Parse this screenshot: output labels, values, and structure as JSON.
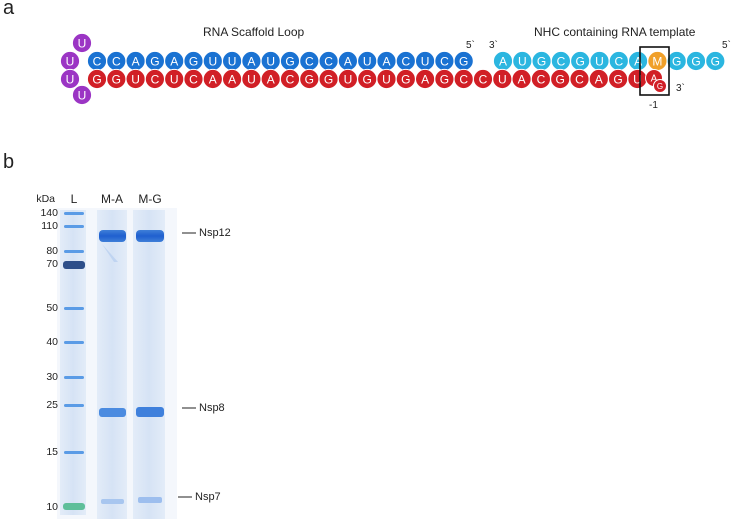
{
  "panel_a": {
    "label": "a",
    "title_scaffold": "RNA Scaffold Loop",
    "title_template": "NHC containing RNA template",
    "top_strand": {
      "loop": [
        "U",
        "U",
        "U",
        "U"
      ],
      "scaffold": [
        "C",
        "C",
        "A",
        "G",
        "A",
        "G",
        "U",
        "U",
        "A",
        "U",
        "G",
        "C",
        "C",
        "A",
        "U",
        "A",
        "C",
        "U",
        "C",
        "G"
      ],
      "template": [
        "A",
        "U",
        "G",
        "C",
        "G",
        "U",
        "C",
        "A",
        "M",
        "G",
        "G",
        "G"
      ]
    },
    "bottom_strand": [
      "G",
      "G",
      "U",
      "C",
      "U",
      "C",
      "A",
      "A",
      "U",
      "A",
      "C",
      "G",
      "G",
      "U",
      "G",
      "U",
      "G",
      "A",
      "G",
      "C",
      "C",
      "U",
      "A",
      "C",
      "G",
      "C",
      "A",
      "G",
      "U"
    ],
    "overhang": [
      "A",
      "G"
    ],
    "end_labels": {
      "scaffold_top_end": "5`",
      "template_top_start": "3`",
      "template_top_end": "5`",
      "bottom_end": "3`"
    },
    "position_label": "-1",
    "colors": {
      "loop": "#9b35c4",
      "scaffold": "#1a72d2",
      "template": "#2bb6e0",
      "bottom": "#d11f26",
      "modified": "#f0a02a",
      "border": "#ffffff"
    }
  },
  "panel_b": {
    "label": "b",
    "mw_header": "kDa",
    "lanes": [
      "L",
      "M-A",
      "M-G"
    ],
    "markers": [
      "140",
      "110",
      "80",
      "70",
      "50",
      "40",
      "30",
      "25",
      "15",
      "10"
    ],
    "band_labels": [
      "Nsp12",
      "Nsp8",
      "Nsp7"
    ]
  }
}
